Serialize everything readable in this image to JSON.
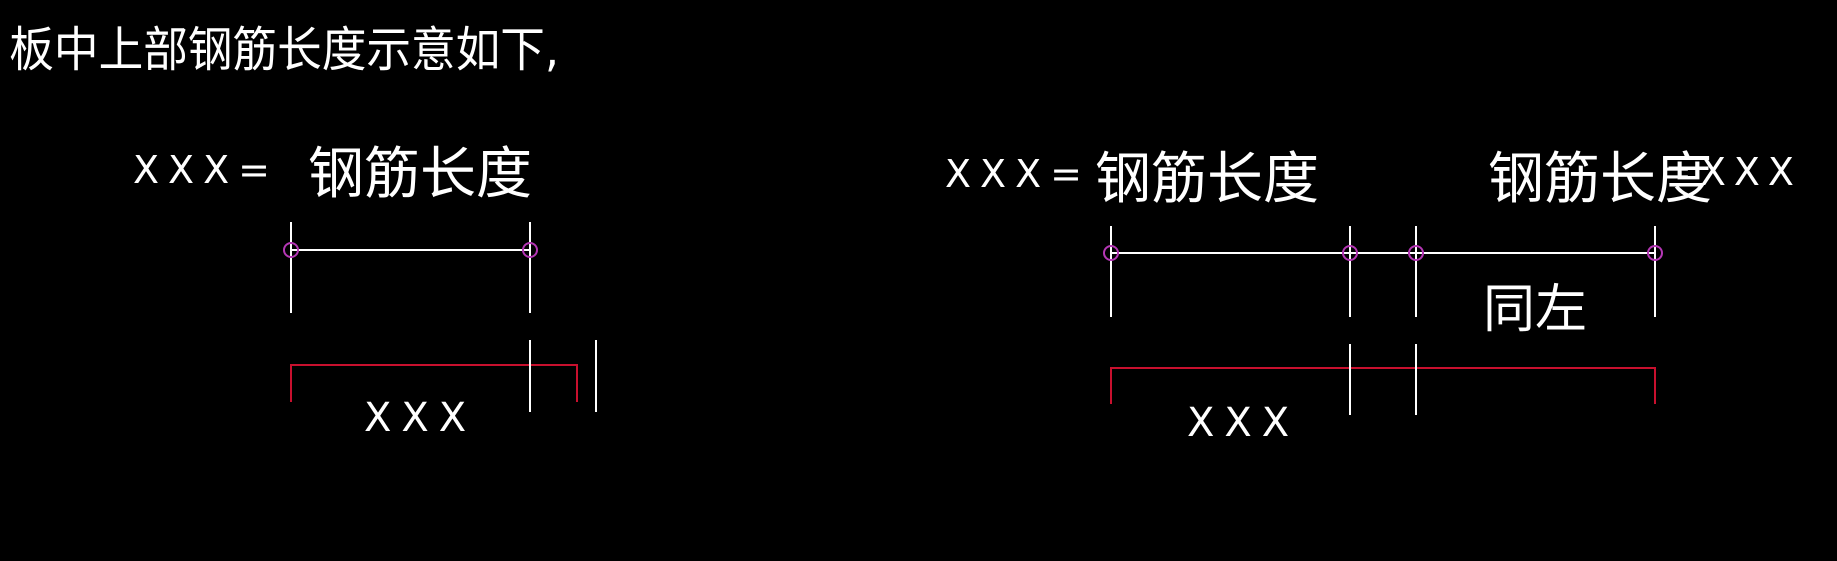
{
  "colors": {
    "background": "#000000",
    "line": "#ffffff",
    "text": "#ffffff",
    "dimension": "#c8102e",
    "node": "#b537b5"
  },
  "title": "板中上部钢筋长度示意如下,",
  "left_diagram": {
    "prefix": "XXX=",
    "length_label": "钢筋长度",
    "dimension_label": "XXX"
  },
  "right_diagram": {
    "prefix": "XXX=",
    "left_length_label": "钢筋长度",
    "right_length_label": "钢筋长度",
    "suffix": "=XXX",
    "same_label": "同左",
    "dimension_label": "XXX"
  }
}
